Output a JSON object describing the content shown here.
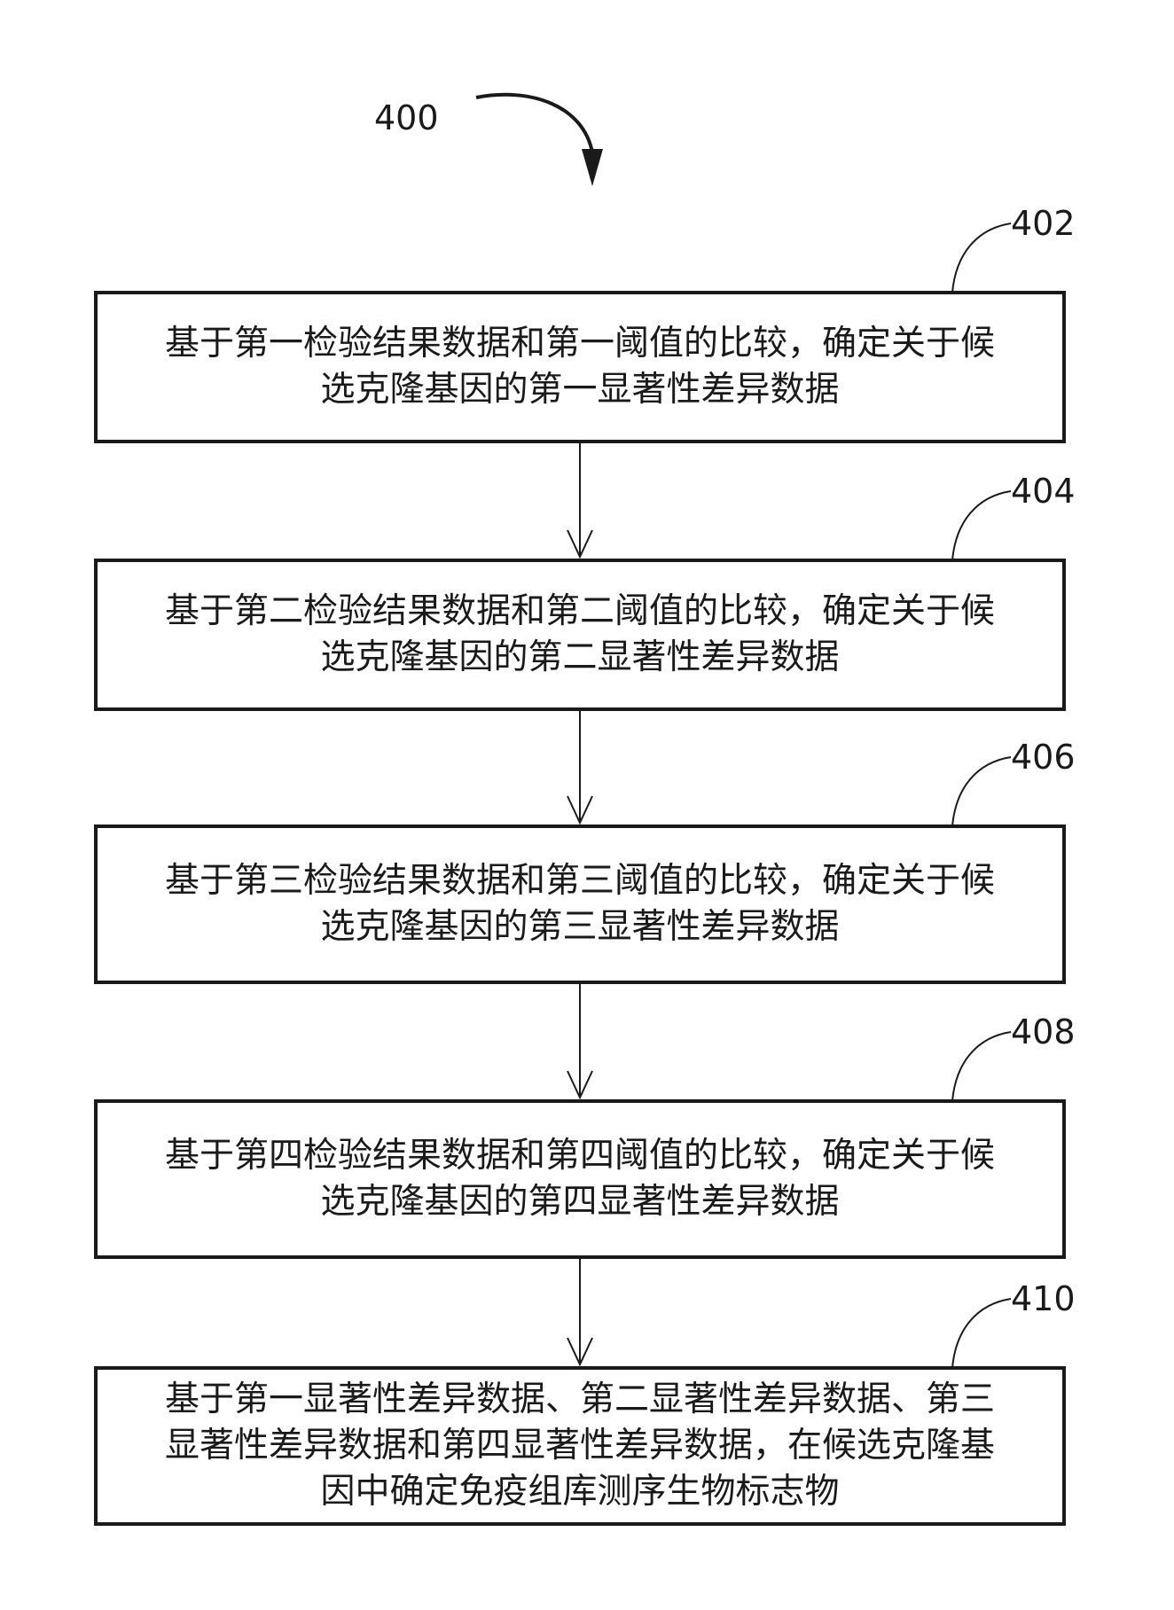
{
  "figure": {
    "reference": "400"
  },
  "steps": [
    {
      "reference": "402",
      "text": "基于第一检验结果数据和第一阈值的比较，确定关于候\n选克隆基因的第一显著性差异数据"
    },
    {
      "reference": "404",
      "text": "基于第二检验结果数据和第二阈值的比较，确定关于候\n选克隆基因的第二显著性差异数据"
    },
    {
      "reference": "406",
      "text": "基于第三检验结果数据和第三阈值的比较，确定关于候\n选克隆基因的第三显著性差异数据"
    },
    {
      "reference": "408",
      "text": "基于第四检验结果数据和第四阈值的比较，确定关于候\n选克隆基因的第四显著性差异数据"
    },
    {
      "reference": "410",
      "text": "基于第一显著性差异数据、第二显著性差异数据、第三\n显著性差异数据和第四显著性差异数据，在候选克隆基\n因中确定免疫组库测序生物标志物"
    }
  ]
}
